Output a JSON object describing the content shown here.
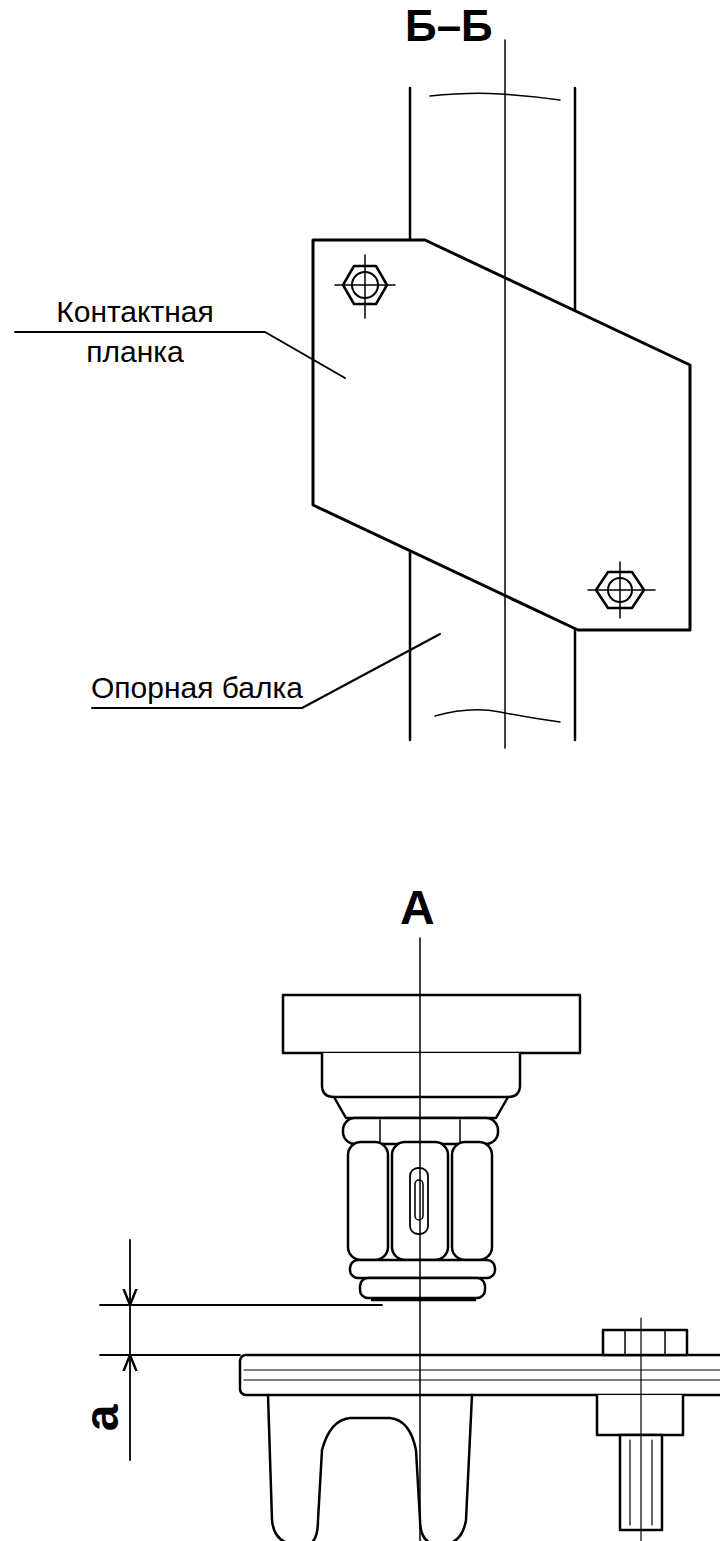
{
  "diagram": {
    "labels": [
      "Б–Б",
      "Контактная планка",
      "Опорная балка",
      "А",
      "а"
    ]
  }
}
